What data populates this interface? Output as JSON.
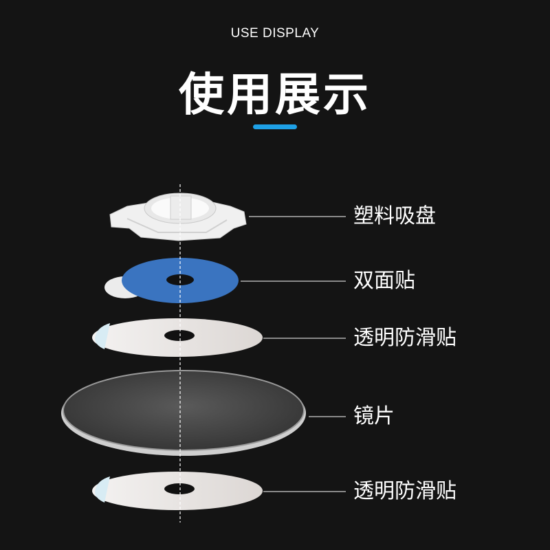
{
  "header": {
    "subtitle": "USE DISPLAY",
    "title": "使用展示"
  },
  "colors": {
    "background": "#141414",
    "accent": "#1ea0e6",
    "adhesive_blue": "#3a74c0",
    "film": "#e4e1df",
    "lens": "#4a4a4a"
  },
  "parts": [
    {
      "label": "塑料吸盘"
    },
    {
      "label": "双面贴"
    },
    {
      "label": "透明防滑贴"
    },
    {
      "label": "镜片"
    },
    {
      "label": "透明防滑贴"
    }
  ]
}
